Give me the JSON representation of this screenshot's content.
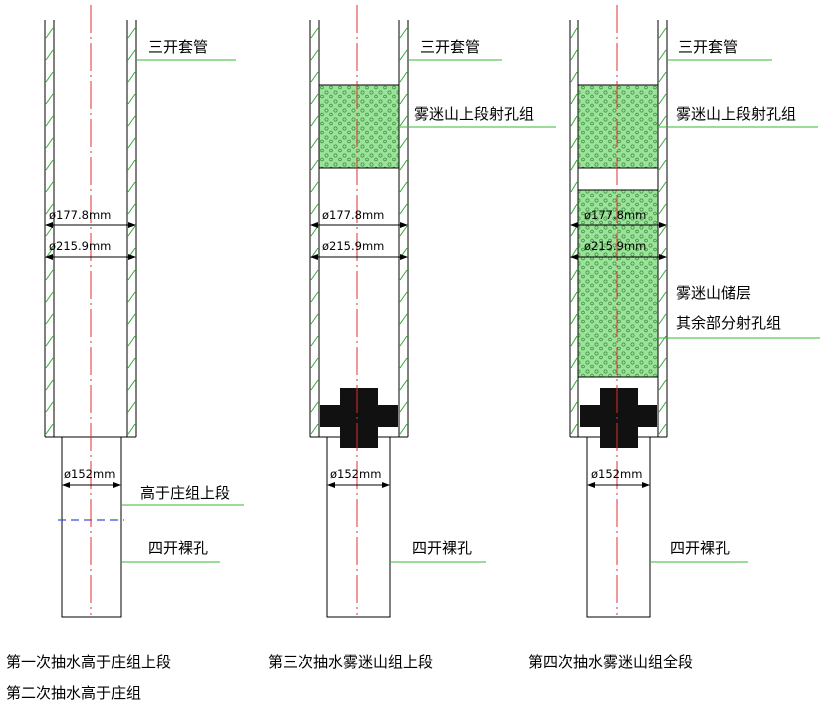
{
  "colors": {
    "centerline": "#e03030",
    "leader": "#33bb33",
    "hatch": "#33aa33",
    "perforation": "#9be39b",
    "perforation_dots": "#3c8c3c",
    "packer": "#111111",
    "boundary": "#3355dd"
  },
  "panels": [
    {
      "labels": {
        "casing": "三开套管",
        "dim_inner": "ø177.8mm",
        "dim_outer": "ø215.9mm",
        "dim_open": "ø152mm",
        "zone": "高于庄组上段",
        "open_hole": "四开裸孔"
      },
      "captions": [
        "第一次抽水高于庄组上段",
        "第二次抽水高于庄组"
      ]
    },
    {
      "labels": {
        "casing": "三开套管",
        "perf_upper": "雾迷山上段射孔组",
        "dim_inner": "ø177.8mm",
        "dim_outer": "ø215.9mm",
        "dim_open": "ø152mm",
        "open_hole": "四开裸孔"
      },
      "captions": [
        "第三次抽水雾迷山组上段"
      ]
    },
    {
      "labels": {
        "casing": "三开套管",
        "perf_upper": "雾迷山上段射孔组",
        "dim_inner": "ø177.8mm",
        "dim_outer": "ø215.9mm",
        "reservoir_line1": "雾迷山储层",
        "reservoir_line2": "其余部分射孔组",
        "dim_open": "ø152mm",
        "open_hole": "四开裸孔"
      },
      "captions": [
        "第四次抽水雾迷山组全段"
      ]
    }
  ]
}
